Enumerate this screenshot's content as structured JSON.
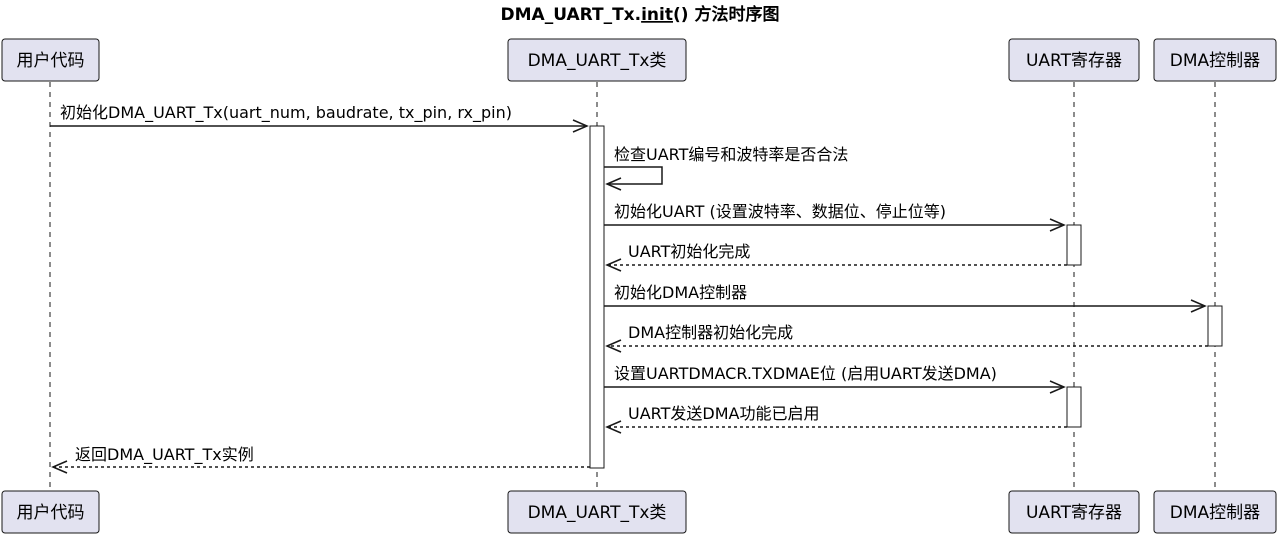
{
  "title": {
    "prefix": "DMA_UART_Tx.",
    "method": "init",
    "suffix": "() 方法时序图"
  },
  "participants": [
    {
      "id": "user",
      "label": "用户代码"
    },
    {
      "id": "cls",
      "label": "DMA_UART_Tx类"
    },
    {
      "id": "uart",
      "label": "UART寄存器"
    },
    {
      "id": "dma",
      "label": "DMA控制器"
    }
  ],
  "messages": [
    {
      "from": "user",
      "to": "cls",
      "style": "solid",
      "label": "初始化DMA_UART_Tx(uart_num, baudrate, tx_pin, rx_pin)"
    },
    {
      "from": "cls",
      "to": "cls",
      "style": "solid",
      "label": "检查UART编号和波特率是否合法"
    },
    {
      "from": "cls",
      "to": "uart",
      "style": "solid",
      "label": "初始化UART (设置波特率、数据位、停止位等)"
    },
    {
      "from": "uart",
      "to": "cls",
      "style": "dashed",
      "label": "UART初始化完成"
    },
    {
      "from": "cls",
      "to": "dma",
      "style": "solid",
      "label": "初始化DMA控制器"
    },
    {
      "from": "dma",
      "to": "cls",
      "style": "dashed",
      "label": "DMA控制器初始化完成"
    },
    {
      "from": "cls",
      "to": "uart",
      "style": "solid",
      "label": "设置UARTDMACR.TXDMAE位 (启用UART发送DMA)"
    },
    {
      "from": "uart",
      "to": "cls",
      "style": "dashed",
      "label": "UART发送DMA功能已启用"
    },
    {
      "from": "cls",
      "to": "user",
      "style": "dashed",
      "label": "返回DMA_UART_Tx实例"
    }
  ],
  "colors": {
    "participant_fill": "#e2e2f0",
    "line": "#181818",
    "activation_fill": "#ffffff",
    "background": "#ffffff"
  }
}
